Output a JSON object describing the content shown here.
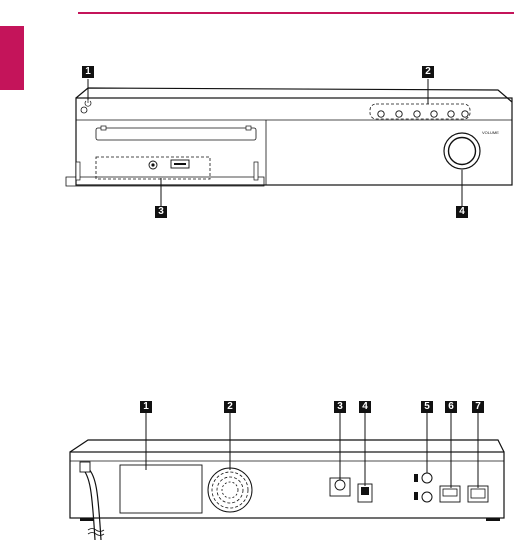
{
  "front_panel": {
    "volume_label": "VOLUME",
    "callouts": [
      "1",
      "2",
      "3",
      "4"
    ]
  },
  "rear_panel": {
    "callouts": [
      "1",
      "2",
      "3",
      "4",
      "5",
      "6",
      "7"
    ]
  },
  "colors": {
    "accent": "#c4145a",
    "line": "#111111"
  }
}
